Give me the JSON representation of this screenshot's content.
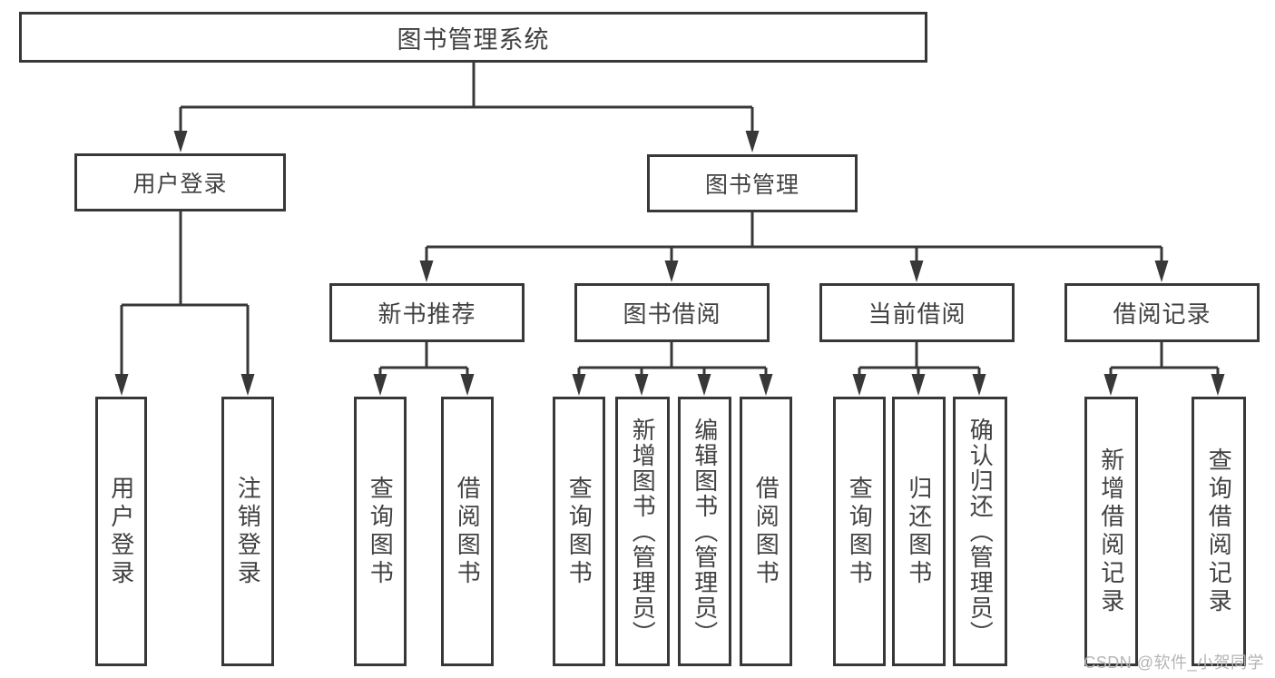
{
  "colors": {
    "line": "#383838",
    "text": "#414141",
    "watermark": "#b5b5b5",
    "background": "#ffffff"
  },
  "diagram": {
    "root": {
      "label": "图书管理系统"
    },
    "branches": [
      {
        "label": "用户登录",
        "children": [
          "用户登录",
          "注销登录"
        ]
      },
      {
        "label": "图书管理",
        "groups": [
          {
            "label": "新书推荐",
            "children": [
              "查询图书",
              "借阅图书"
            ]
          },
          {
            "label": "图书借阅",
            "children": [
              "查询图书",
              "新增图书（管理员）",
              "编辑图书（管理员）",
              "借阅图书"
            ]
          },
          {
            "label": "当前借阅",
            "children": [
              "查询图书",
              "归还图书",
              "确认归还（管理员）"
            ]
          },
          {
            "label": "借阅记录",
            "children": [
              "新增借阅记录",
              "查询借阅记录"
            ]
          }
        ]
      }
    ]
  },
  "watermark": {
    "text": "CSDN @软件_小贺同学"
  }
}
